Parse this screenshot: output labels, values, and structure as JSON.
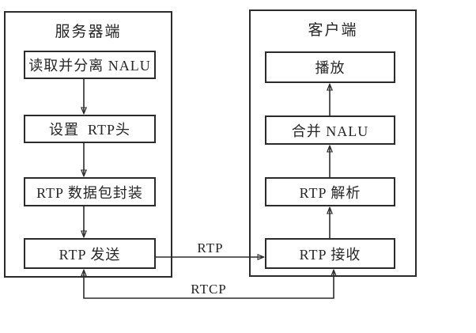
{
  "diagram": {
    "server": {
      "title": "服务器端",
      "nodes": [
        {
          "label": "读取并分离 NALU"
        },
        {
          "label": "设置  RTP头"
        },
        {
          "label": "RTP 数据包封装"
        },
        {
          "label": "RTP 发送"
        }
      ]
    },
    "client": {
      "title": "客户端",
      "nodes": [
        {
          "label": "播放"
        },
        {
          "label": "合并 NALU"
        },
        {
          "label": "RTP 解析"
        },
        {
          "label": "RTP 接收"
        }
      ]
    },
    "links": {
      "rtp_label": "RTP",
      "rtcp_label": "RTCP"
    },
    "colors": {
      "line": "#2b2b2b",
      "background": "#ffffff"
    }
  }
}
